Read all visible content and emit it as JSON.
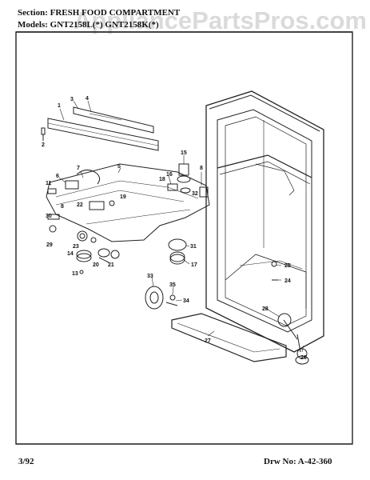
{
  "header": {
    "section_line": "Section: FRESH FOOD COMPARTMENT",
    "models_line": "Models: GNT2158L(*) GNT2158K(*)"
  },
  "watermark": "AppliancePartsPros.com",
  "footer": {
    "date": "3/92",
    "drawing_number": "Drw No: A-42-360"
  },
  "callouts": [
    "1",
    "2",
    "3",
    "4",
    "5",
    "6",
    "7",
    "8",
    "8",
    "11",
    "13",
    "14",
    "15",
    "16",
    "17",
    "18",
    "19",
    "20",
    "21",
    "22",
    "23",
    "24",
    "25",
    "26",
    "27",
    "28",
    "29",
    "30",
    "31",
    "32",
    "33",
    "34",
    "35"
  ]
}
